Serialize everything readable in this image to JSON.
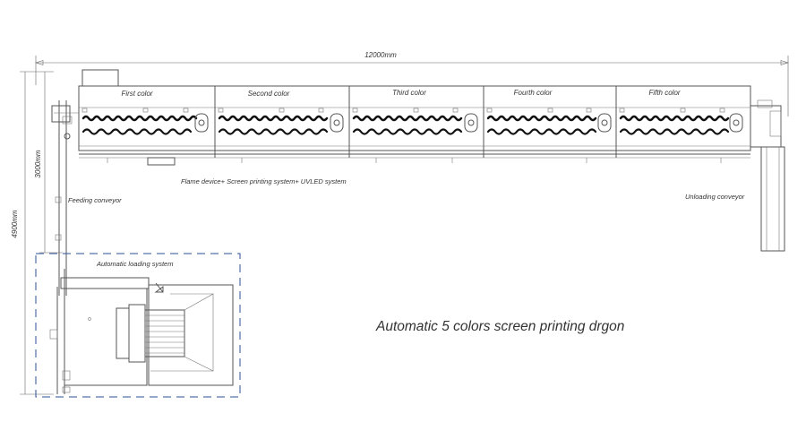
{
  "labels": {
    "dim_length": "12000mm",
    "dim_height_total": "4900mm",
    "dim_height_line": "3000mm",
    "flame_caption": "Flame device+ Screen printing system+ UVLED system",
    "feeding": "Feeding conveyor",
    "unloading": "Unloading conveyor",
    "loading": "Automatic loading system",
    "caption": "Automatic 5 colors screen printing drgon"
  },
  "stations": [
    "First color",
    "Second color",
    "Third color",
    "Fourth color",
    "Fifth color"
  ],
  "colors": {
    "line": "#555555",
    "dashed_box": "#2d4f9a",
    "coil": "#111111"
  }
}
